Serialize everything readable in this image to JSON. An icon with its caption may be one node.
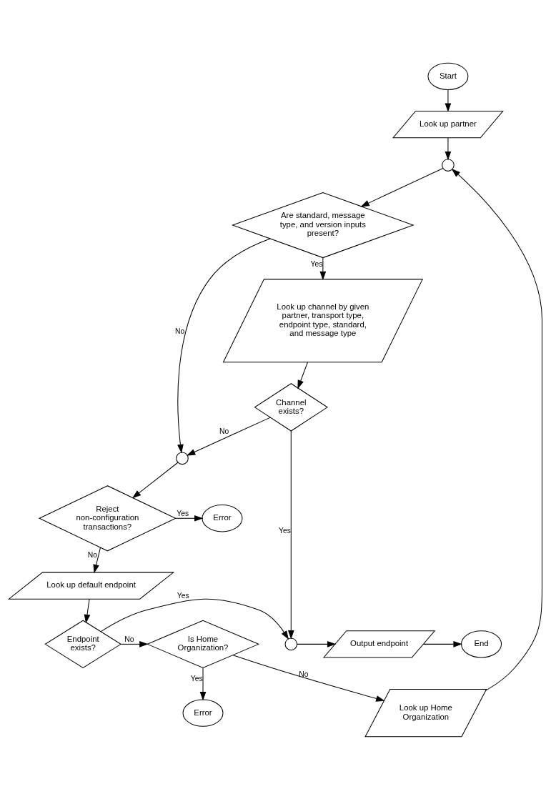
{
  "diagram": {
    "nodes": [
      {
        "text": [
          "Start"
        ]
      },
      {
        "text": [
          "Look up partner"
        ]
      },
      {
        "text": [],
        "shape": "circle"
      },
      {
        "text": [
          "Are standard, message type, and version inputs present?"
        ]
      },
      {
        "text": [
          "Look up channel by given partner, transport type, endpoint type, standard, and message type"
        ]
      },
      {
        "text": [
          "Channel exists?"
        ]
      },
      {
        "text": [],
        "shape": "circle"
      },
      {
        "text": [
          "Reject non-configuration transactions?"
        ]
      },
      {
        "text": [
          "Error"
        ]
      },
      {
        "text": [
          "Look up default endpoint"
        ]
      },
      {
        "text": [
          "Endpoint exists?"
        ]
      },
      {
        "text": [],
        "shape": "circle"
      },
      {
        "text": [
          "Output endpoint"
        ]
      },
      {
        "text": [
          "End"
        ]
      },
      {
        "text": [
          "Is Home Organization?"
        ]
      },
      {
        "text": [
          "Error"
        ]
      },
      {
        "text": [
          "Look up Home Organization"
        ]
      }
    ],
    "edges": [
      {
        "from": 0,
        "to": 1,
        "arrow": "to"
      },
      {
        "from": 1,
        "to": 2,
        "arrow": "to"
      },
      {
        "from": 2,
        "to": 3,
        "arrow": "to"
      },
      {
        "from": 3,
        "to": 6,
        "arrow": "to",
        "label": "No"
      },
      {
        "from": 3,
        "to": 4,
        "arrow": "to",
        "label": "Yes"
      },
      {
        "from": 4,
        "to": 5,
        "arrow": "to"
      },
      {
        "from": 5,
        "to": 11,
        "arrow": "to",
        "label": "Yes"
      },
      {
        "from": 5,
        "to": 6,
        "arrow": "to",
        "label": "No"
      },
      {
        "from": 6,
        "to": 7,
        "arrow": "to"
      },
      {
        "from": 7,
        "to": 8,
        "arrow": "to",
        "label": "Yes"
      },
      {
        "from": 7,
        "to": 9,
        "arrow": "to",
        "label": "No"
      },
      {
        "from": 9,
        "to": 10,
        "arrow": "to"
      },
      {
        "from": 10,
        "to": 11,
        "arrow": "to",
        "label": "Yes"
      },
      {
        "from": 10,
        "to": 14,
        "arrow": "to",
        "label": "No"
      },
      {
        "from": 11,
        "to": 12,
        "arrow": "to"
      },
      {
        "from": 12,
        "to": 13,
        "arrow": "to"
      },
      {
        "from": 14,
        "to": 16,
        "arrow": "to",
        "label": "No"
      },
      {
        "from": 14,
        "to": 15,
        "arrow": "to",
        "label": "Yes"
      },
      {
        "from": 16,
        "to": 2,
        "arrow": "to"
      }
    ]
  }
}
